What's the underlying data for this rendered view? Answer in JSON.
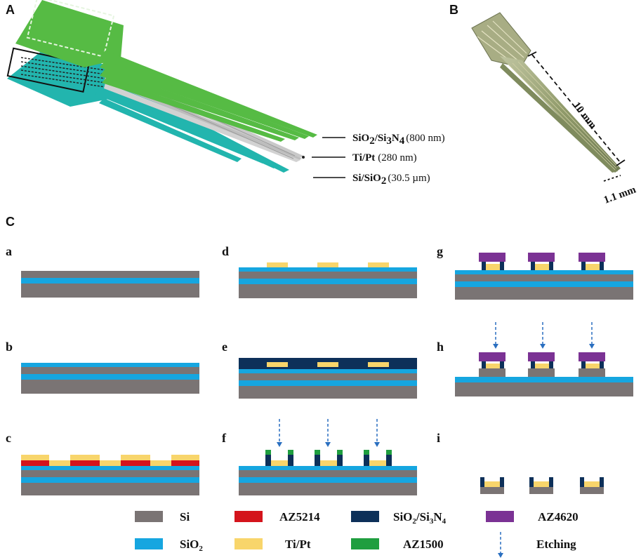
{
  "panels": {
    "a": "A",
    "b": "B",
    "c": "C"
  },
  "layers_callout": [
    {
      "name": "SiO",
      "sub1": "2",
      "mid": "/Si",
      "sub2": "3",
      "tail": "N",
      "sub3": "4",
      "value": "(800 nm)"
    },
    {
      "name": "Ti/Pt",
      "value": "(280 nm)"
    },
    {
      "name": "Si/SiO",
      "sub1": "2",
      "value": "(30.5 µm)"
    }
  ],
  "photo_dims": {
    "length": "10 mm",
    "width": "1.1 mm"
  },
  "steps": [
    "a",
    "b",
    "c",
    "d",
    "e",
    "f",
    "g",
    "h",
    "i"
  ],
  "legend": [
    {
      "key": "si",
      "label": "Si",
      "color": "#7a7474"
    },
    {
      "key": "az5214",
      "label": "AZ5214",
      "color": "#d4141c"
    },
    {
      "key": "sio2sin",
      "label": "SiO",
      "sub1": "2",
      "mid": "/Si",
      "sub2": "3",
      "tail": "N",
      "sub3": "4",
      "color": "#0d3059"
    },
    {
      "key": "az4620",
      "label": "AZ4620",
      "color": "#7b3294"
    },
    {
      "key": "sio2",
      "label": "SiO",
      "sub1": "2",
      "color": "#16a6e0"
    },
    {
      "key": "tipt",
      "label": "Ti/Pt",
      "color": "#f8d56b"
    },
    {
      "key": "az1500",
      "label": "AZ1500",
      "color": "#1f9e3f"
    },
    {
      "key": "etching",
      "label": "Etching",
      "color": "#2a6fc0"
    }
  ]
}
